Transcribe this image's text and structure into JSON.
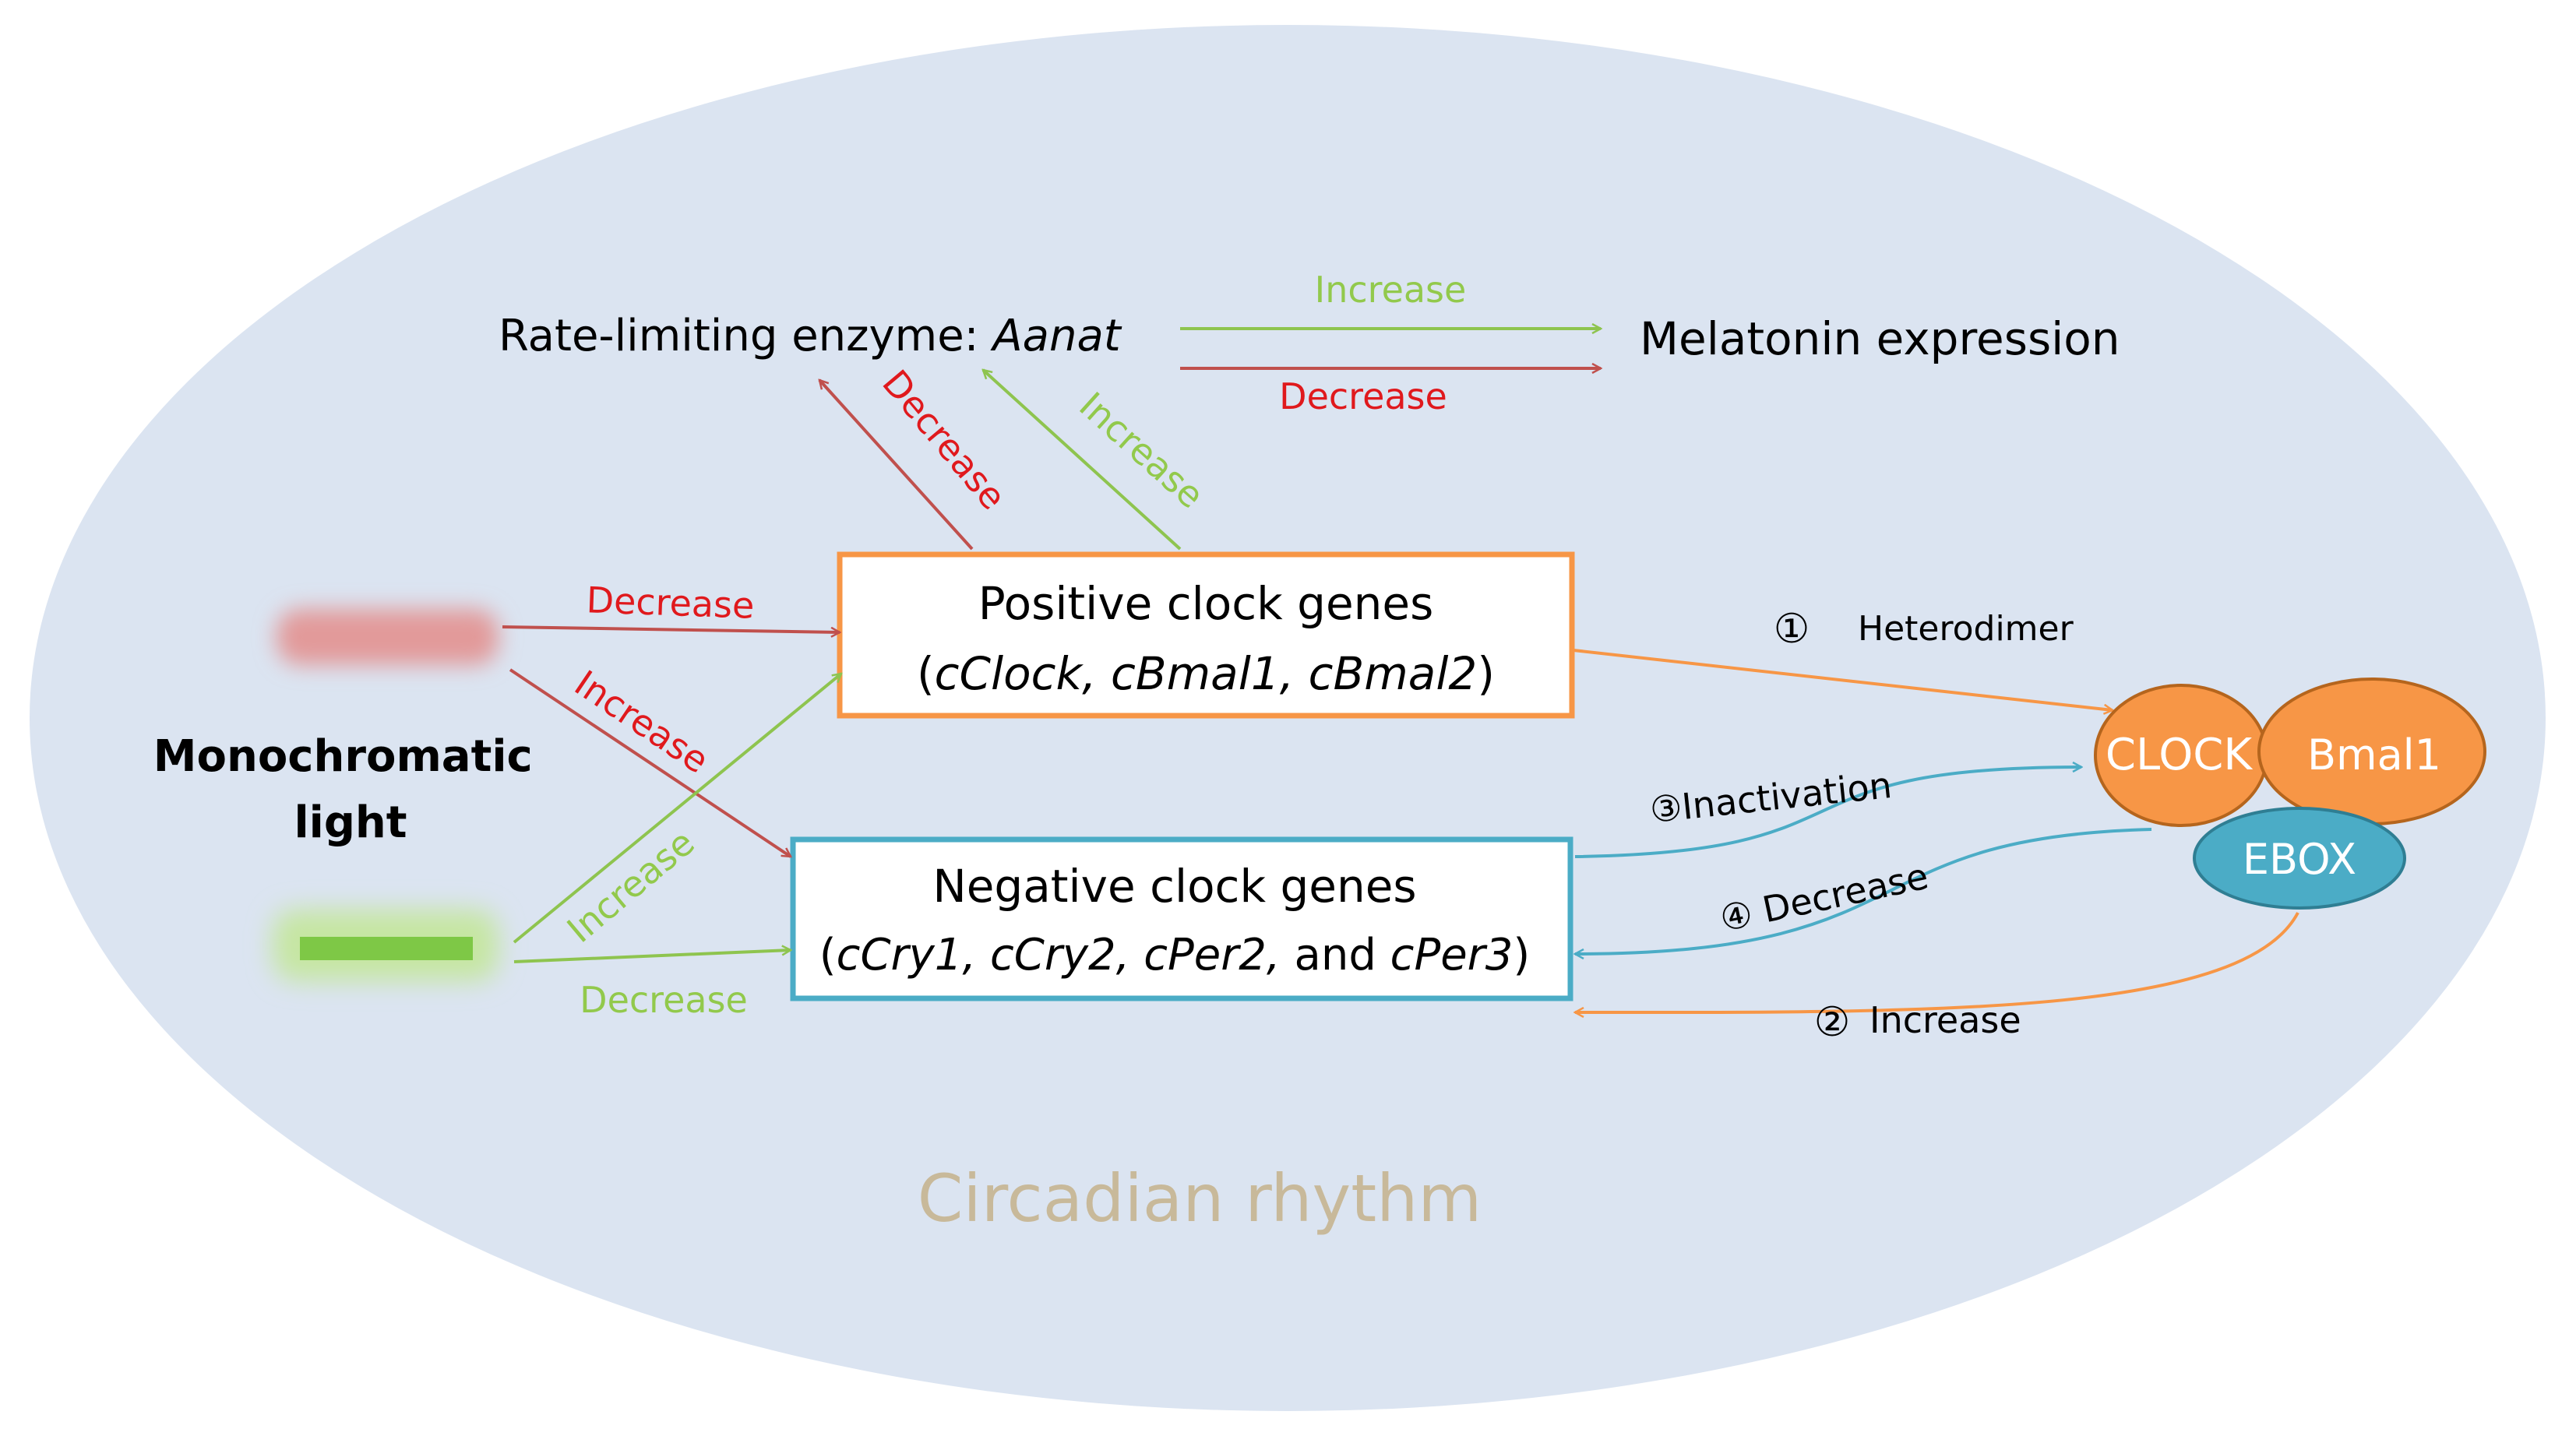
{
  "background_label": "Circadian rhythm",
  "colors": {
    "ellipse": "#dbe4f1",
    "red": "#c0504d",
    "red_text": "#e0191d",
    "green": "#8ec44f",
    "green_text": "#92c94c",
    "orange": "#f79646",
    "blue": "#4bacc6",
    "clock_fill": "#f79646",
    "ebox_fill": "#4bacc6",
    "circadian_text": "#c8b99a"
  },
  "light_source": {
    "label_line1": "Monochromatic",
    "label_line2": "light"
  },
  "enzyme": {
    "prefix": "Rate-limiting enzyme: ",
    "gene": "Aanat"
  },
  "melatonin": "Melatonin expression",
  "positive_box": {
    "line1": "Positive clock genes",
    "line2_open": "(",
    "line2_genes": "cClock, cBmal1, cBmal2",
    "line2_close": ")"
  },
  "negative_box": {
    "line1": "Negative clock genes",
    "line2_open": "(",
    "genes_a": "cCry1, cCry2, cPer2,",
    "and": " and ",
    "genes_b": "cPer3",
    "line2_close": ")"
  },
  "complex": {
    "clock": "CLOCK",
    "bmal1": "Bmal1",
    "ebox": "EBOX"
  },
  "arrow_labels": {
    "enzyme_to_mel_increase": "Increase",
    "enzyme_to_mel_decrease": "Decrease",
    "pos_to_enzyme_decrease": "Decrease",
    "pos_to_enzyme_increase": "Increase",
    "red_to_pos": "Decrease",
    "red_to_neg": "Increase",
    "green_to_pos": "Increase",
    "green_to_neg": "Decrease",
    "step1_num": "①",
    "step1_text": "Heterodimer",
    "step2_num": "②",
    "step2_text": "Increase",
    "step3": "③Inactivation",
    "step4": "④ Decrease"
  }
}
